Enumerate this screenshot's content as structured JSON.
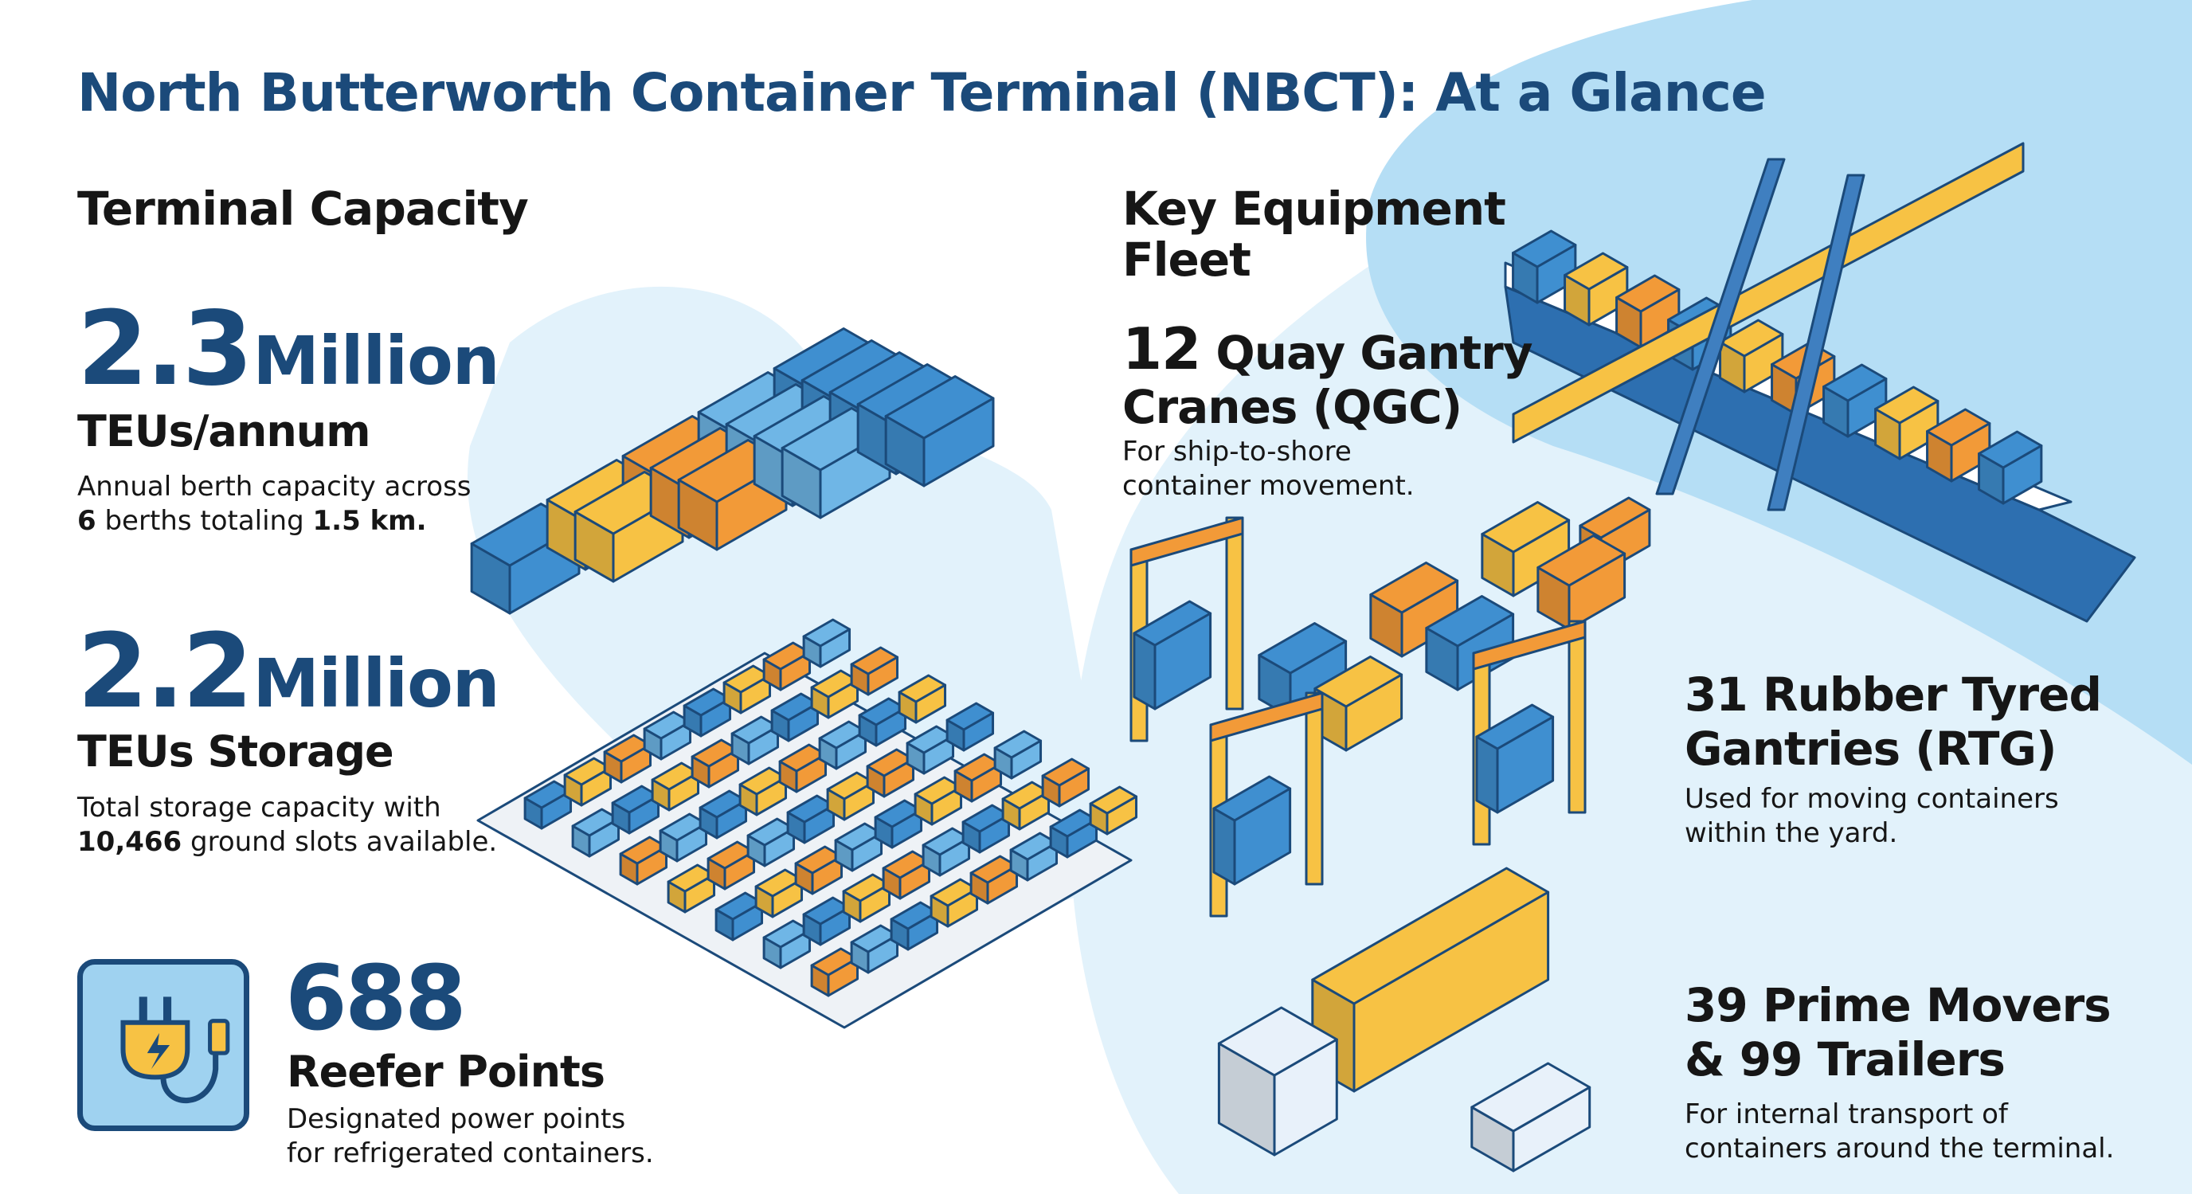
{
  "title": "North Butterworth Container Terminal (NBCT): At a Glance",
  "colors": {
    "title": "#1b4a7a",
    "container_blue": "#3f8fd0",
    "container_yellow": "#f7c244",
    "container_orange": "#f29a38",
    "bg_light": "#e4f3fb",
    "bg_band": "#b5def5"
  },
  "capacity": {
    "heading": "Terminal Capacity",
    "berth": {
      "value": "2.3",
      "unit": "Million",
      "label": "TEUs/annum",
      "desc_1": "Annual berth capacity across",
      "desc_b1": "6",
      "desc_2": " berths totaling ",
      "desc_b2": "1.5 km."
    },
    "storage": {
      "value": "2.2",
      "unit": "Million",
      "label": "TEUs Storage",
      "desc_1": "Total storage capacity with",
      "desc_b1": "10,466",
      "desc_2": " ground slots available."
    },
    "reefer": {
      "icon": "power-plug-icon",
      "value": "688",
      "label": "Reefer Points",
      "desc": "Designated power points for refrigerated containers."
    }
  },
  "equipment": {
    "heading": "Key Equipment Fleet",
    "qgc": {
      "count": "12",
      "name": " Quay Gantry Cranes (QGC)",
      "desc": "For ship-to-shore container movement."
    },
    "rtg": {
      "count": "31",
      "name": " Rubber Tyred Gantries (RTG)",
      "desc": "Used for moving containers within the yard."
    },
    "movers": {
      "count": "39",
      "name": " Prime Movers & 99 Trailers",
      "desc": "For internal transport of containers around the terminal."
    }
  }
}
